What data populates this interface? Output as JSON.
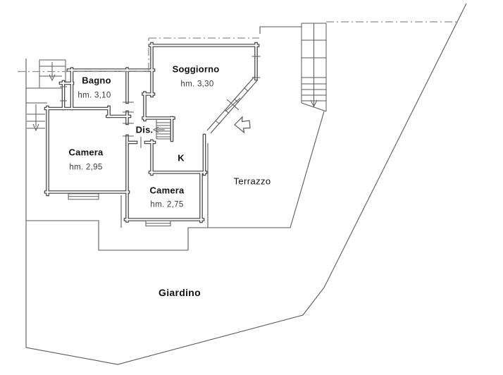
{
  "drawing_type": "floor-plan",
  "language": "it",
  "rooms": {
    "bagno": {
      "label": "Bagno",
      "height": "hm. 3,10"
    },
    "camera1": {
      "label": "Camera",
      "height": "hm. 2,95"
    },
    "soggiorno": {
      "label": "Soggiorno",
      "height": "hm. 3,30"
    },
    "dis": {
      "label": "Dis."
    },
    "kitchen": {
      "label": "K"
    },
    "camera2": {
      "label": "Camera",
      "height": "hm. 2,75"
    }
  },
  "outdoor": {
    "terrace": {
      "label": "Terrazzo"
    },
    "garden": {
      "label": "Giardino"
    }
  },
  "colors": {
    "wall": "#3e3e3e",
    "thin": "#5a5a5a",
    "dashdot": "#8f8f8f",
    "label": "#111111",
    "bg": "#ffffff"
  }
}
